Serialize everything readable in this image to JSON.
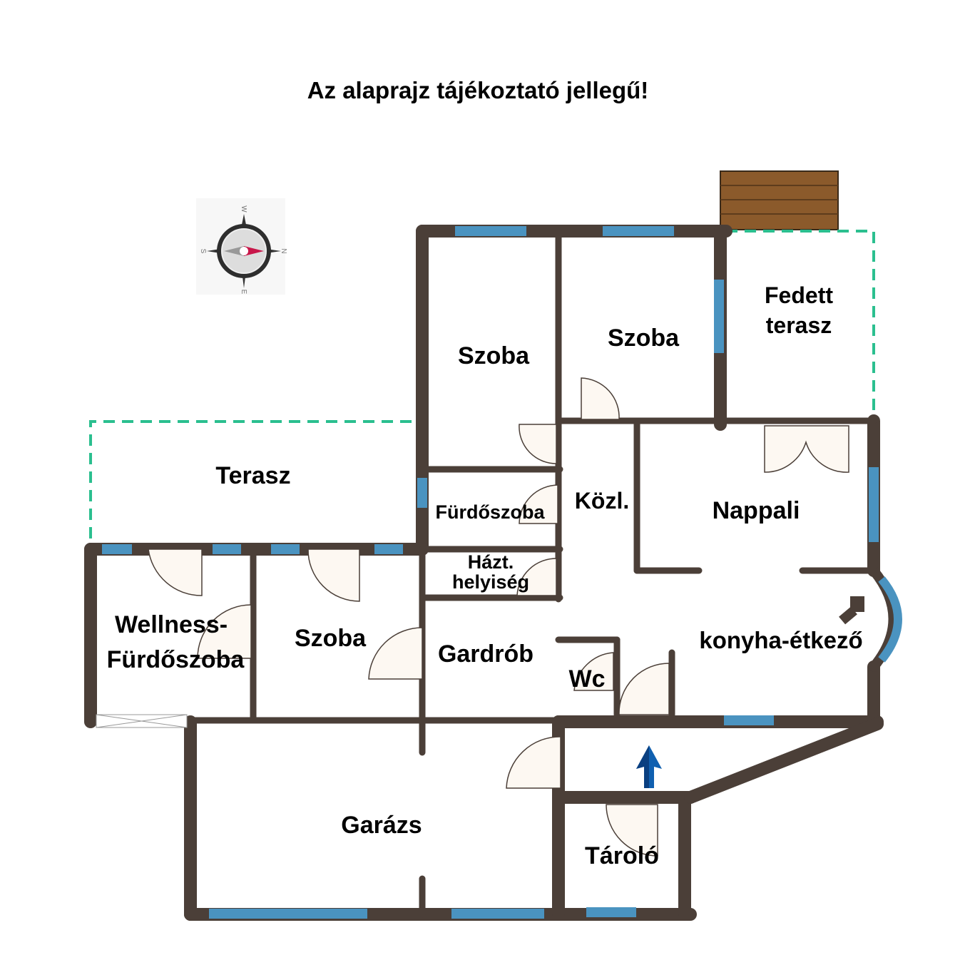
{
  "title": "Az alaprajz tájékoztató jellegű!",
  "compass": {
    "n": "N",
    "s": "S",
    "e": "E",
    "w": "W"
  },
  "rooms": {
    "szoba1": "Szoba",
    "szoba2": "Szoba",
    "fedett_terasz_1": "Fedett",
    "fedett_terasz_2": "terasz",
    "terasz": "Terasz",
    "furdoszoba": "Fürdőszoba",
    "kozl": "Közl.",
    "nappali": "Nappali",
    "hazt_1": "Házt.",
    "hazt_2": "helyiség",
    "wellness_1": "Wellness-",
    "wellness_2": "Fürdőszoba",
    "szoba3": "Szoba",
    "gardrob": "Gardrób",
    "wc": "Wc",
    "konyha": "konyha-étkező",
    "garazs": "Garázs",
    "tarolo": "Tároló"
  },
  "colors": {
    "wall": "#4b3f38",
    "window": "#4a93c0",
    "terrace_outline": "#2bbf8f",
    "deck": "#8b5a2b",
    "entry_arrow": "#1060b0"
  }
}
